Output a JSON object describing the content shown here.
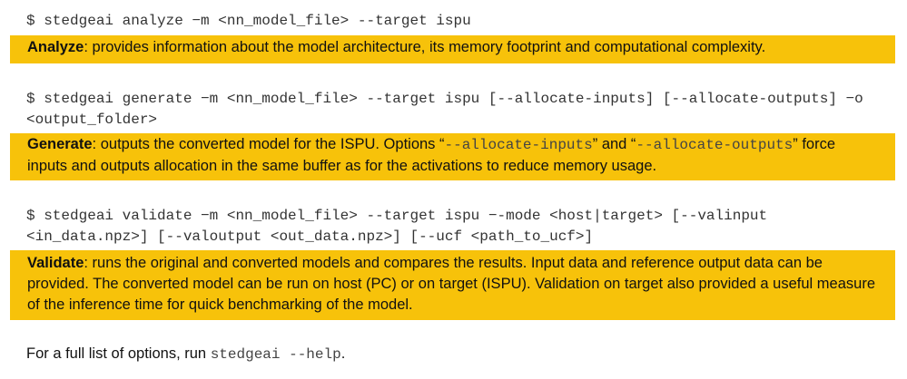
{
  "analyze": {
    "command": "$ stedgeai analyze −m <nn_model_file> --target ispu",
    "title": "Analyze",
    "description": ": provides information about the model architecture, its memory footprint and computational complexity."
  },
  "generate": {
    "command": "$ stedgeai generate −m <nn_model_file> --target ispu [--allocate-inputs] [--allocate-outputs] −o <output_folder>",
    "title": "Generate",
    "description_1": ": outputs the converted model for the ISPU. Options “",
    "option_1": "--allocate-inputs",
    "description_2": "” and “",
    "option_2": "--allocate-outputs",
    "description_3": "” force inputs and outputs allocation in the same buffer as for the activations to reduce memory usage."
  },
  "validate": {
    "command": "$ stedgeai validate −m <nn_model_file> --target ispu −-mode <host|target> [--valinput <in_data.npz>] [--valoutput <out_data.npz>] [--ucf <path_to_ucf>]",
    "title": "Validate",
    "description": ": runs the original and converted models and compares the results. Input data and reference output data can be provided. The converted model can be run on host (PC) or on target (ISPU). Validation on target also provided a useful measure of the inference time for quick benchmarking of the model."
  },
  "footer": {
    "text": "For a full list of options, run ",
    "command": "stedgeai --help",
    "end": "."
  },
  "colors": {
    "highlight": "#f7c20a",
    "text": "#111111"
  }
}
